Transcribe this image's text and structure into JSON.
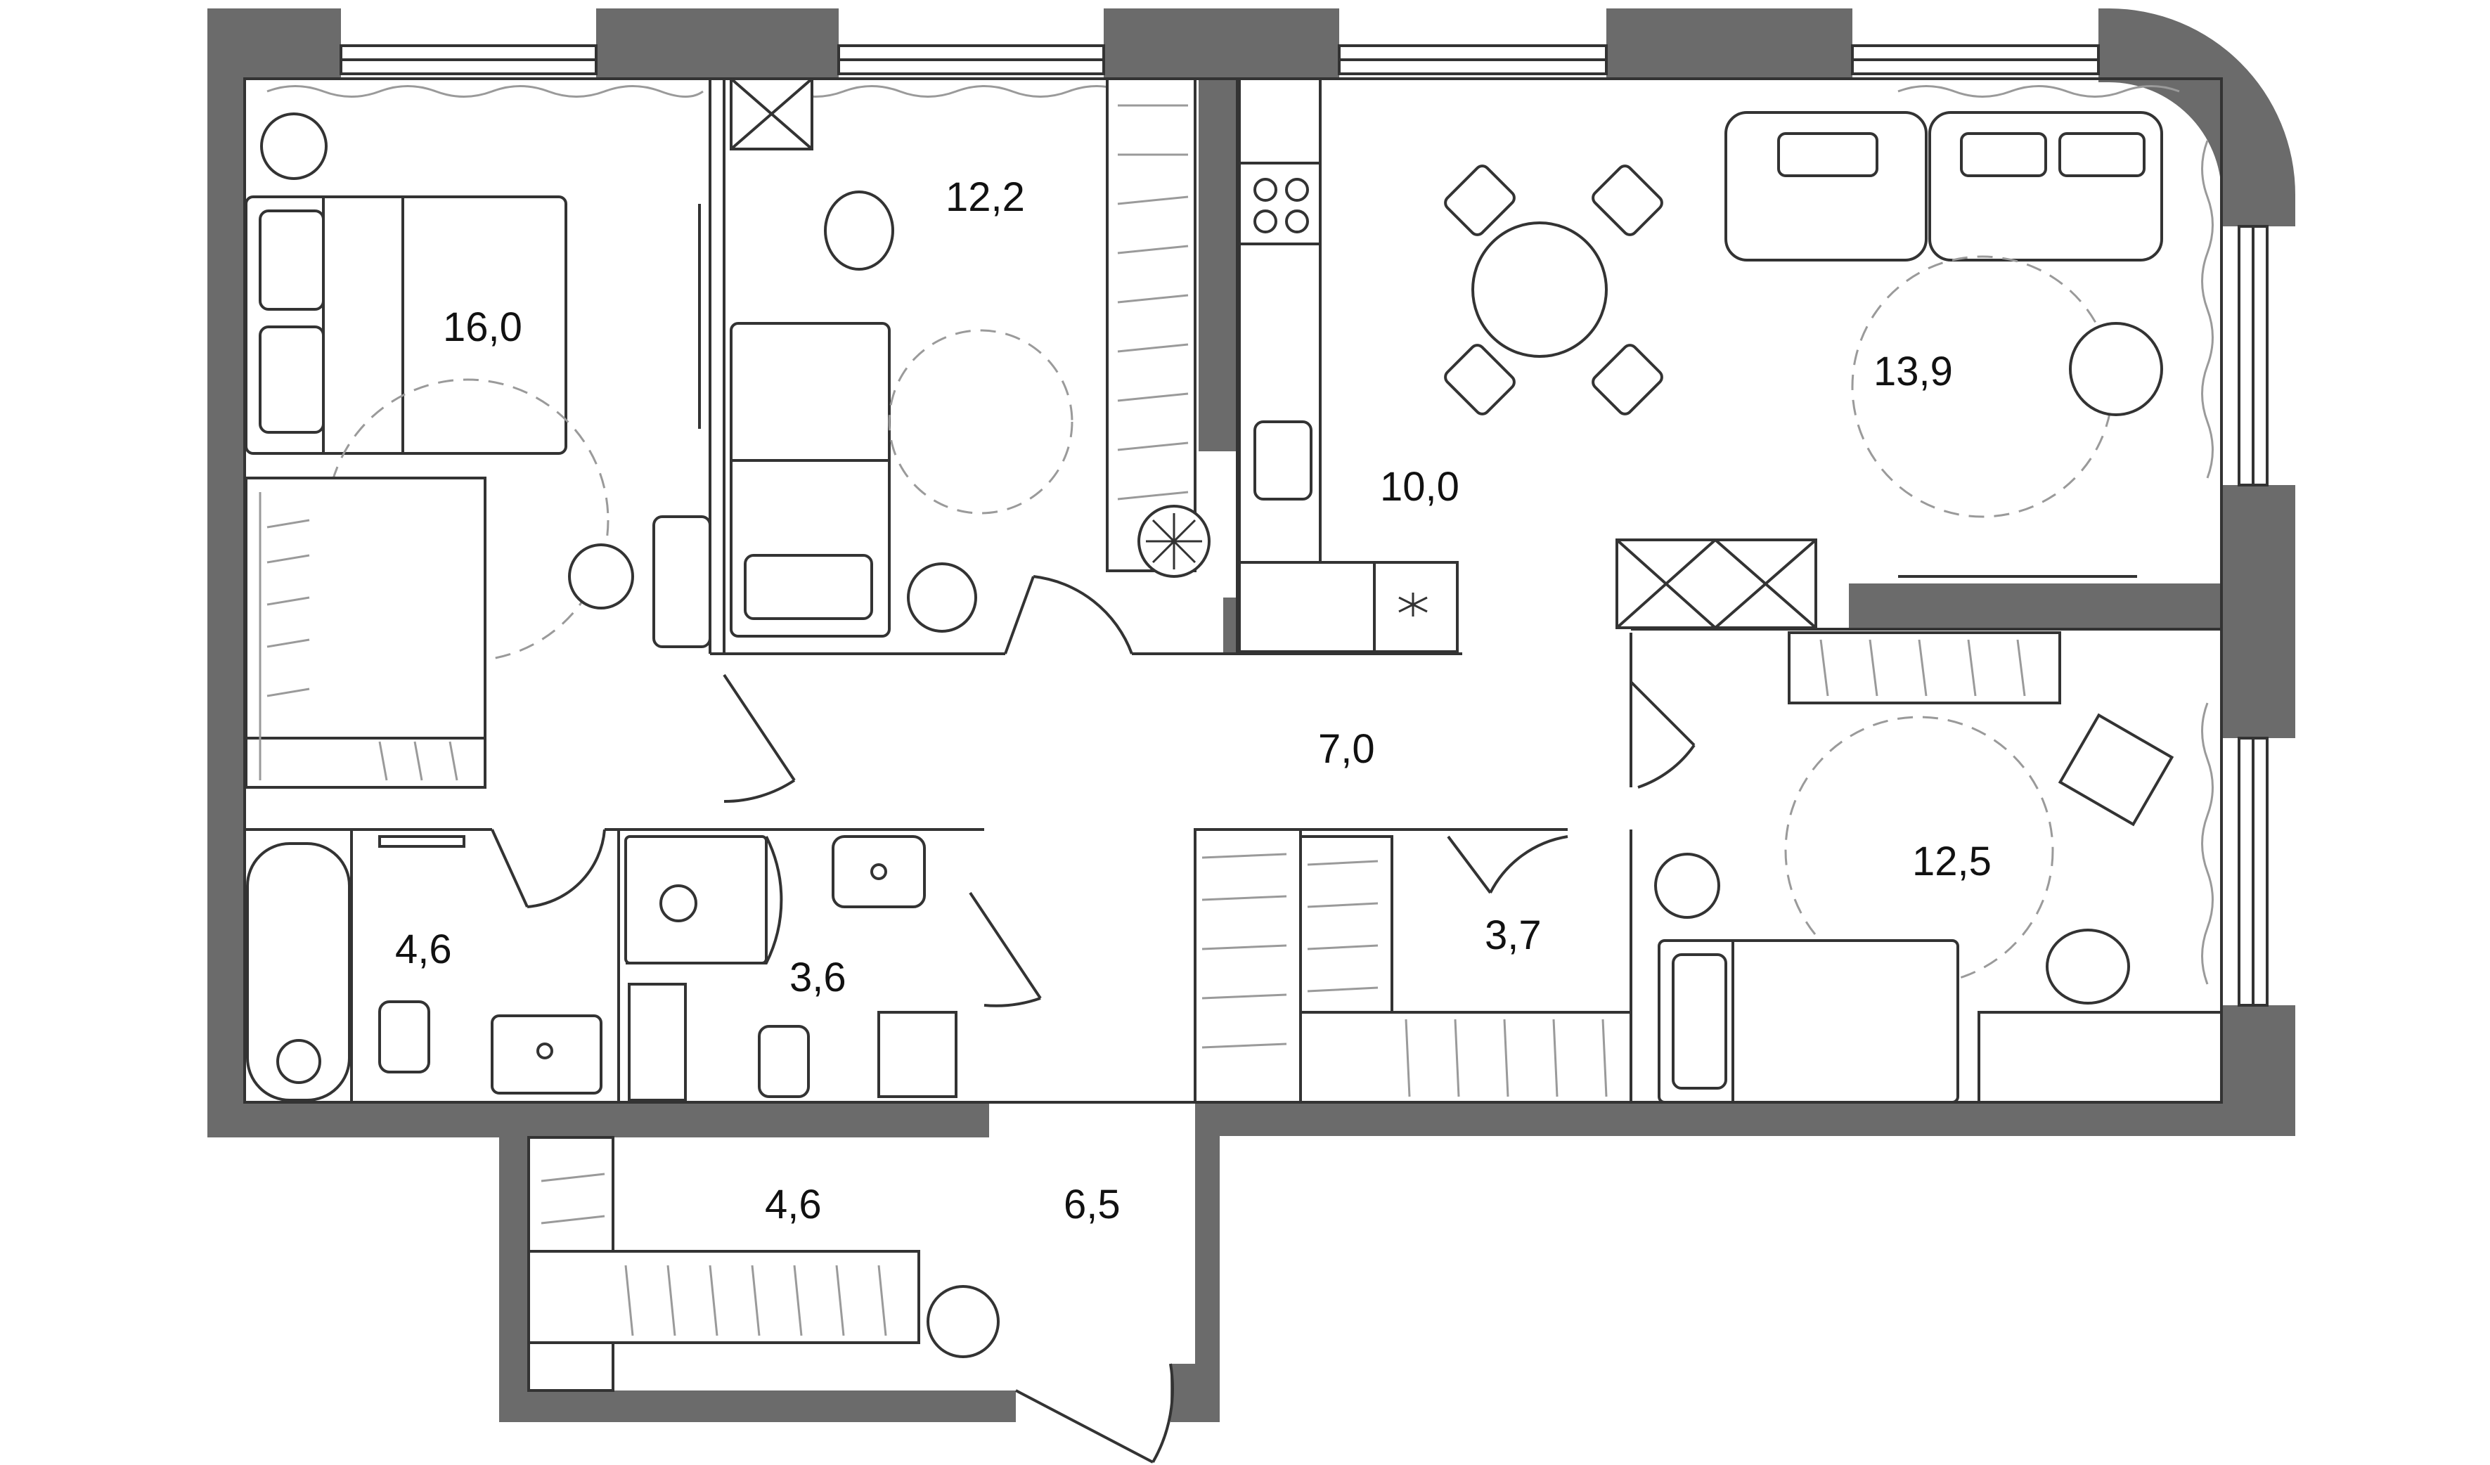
{
  "rooms": [
    {
      "id": "bedroom-main",
      "area": "16,0"
    },
    {
      "id": "bedroom-kids",
      "area": "12,2"
    },
    {
      "id": "kitchen",
      "area": "10,0"
    },
    {
      "id": "living",
      "area": "13,9"
    },
    {
      "id": "hall",
      "area": "7,0"
    },
    {
      "id": "bedroom-study",
      "area": "12,5"
    },
    {
      "id": "bathroom",
      "area": "4,6"
    },
    {
      "id": "wc",
      "area": "3,6"
    },
    {
      "id": "wardrobe-small",
      "area": "3,7"
    },
    {
      "id": "wardrobe-entry",
      "area": "4,6"
    },
    {
      "id": "entry",
      "area": "6,5"
    }
  ],
  "colors": {
    "wall": "#6b6b6b",
    "line": "#333333",
    "dash": "#9a9a9a",
    "text": "#111111"
  }
}
